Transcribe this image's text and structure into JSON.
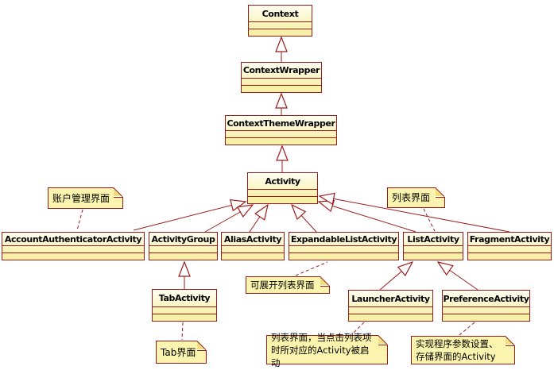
{
  "diagram_type": "UML class diagram",
  "colors": {
    "line": "#9e1b1b",
    "class_fill_top": "#fffef2",
    "class_fill_bottom": "#f8f0a6",
    "note_fill": "#fbf4ae",
    "text": "#000000",
    "background": "#ffffff"
  },
  "classes": [
    {
      "name": "Context"
    },
    {
      "name": "ContextWrapper"
    },
    {
      "name": "ContextThemeWrapper"
    },
    {
      "name": "Activity"
    },
    {
      "name": "AccountAuthenticatorActivity"
    },
    {
      "name": "ActivityGroup"
    },
    {
      "name": "AliasActivity"
    },
    {
      "name": "ExpandableListActivity"
    },
    {
      "name": "ListActivity"
    },
    {
      "name": "FragmentActivity"
    },
    {
      "name": "TabActivity"
    },
    {
      "name": "LauncherActivity"
    },
    {
      "name": "PreferenceActivity"
    }
  ],
  "notes": [
    {
      "text": "账户管理界面",
      "attached_to": "AccountAuthenticatorActivity"
    },
    {
      "text": "列表界面",
      "attached_to": "ListActivity"
    },
    {
      "text": "可展开列表界面",
      "attached_to": "ExpandableListActivity"
    },
    {
      "text": "Tab界面",
      "attached_to": "TabActivity"
    },
    {
      "text": "列表界面，当点击列表项时所对应的Activity被启动",
      "attached_to": "LauncherActivity"
    },
    {
      "text": "实现程序参数设置、存储界面的Activity",
      "attached_to": "PreferenceActivity"
    }
  ],
  "generalizations": [
    {
      "from": "ContextWrapper",
      "to": "Context"
    },
    {
      "from": "ContextThemeWrapper",
      "to": "ContextWrapper"
    },
    {
      "from": "Activity",
      "to": "ContextThemeWrapper"
    },
    {
      "from": "AccountAuthenticatorActivity",
      "to": "Activity"
    },
    {
      "from": "ActivityGroup",
      "to": "Activity"
    },
    {
      "from": "AliasActivity",
      "to": "Activity"
    },
    {
      "from": "ExpandableListActivity",
      "to": "Activity"
    },
    {
      "from": "ListActivity",
      "to": "Activity"
    },
    {
      "from": "FragmentActivity",
      "to": "Activity"
    },
    {
      "from": "TabActivity",
      "to": "ActivityGroup"
    },
    {
      "from": "LauncherActivity",
      "to": "ListActivity"
    },
    {
      "from": "PreferenceActivity",
      "to": "ListActivity"
    }
  ]
}
